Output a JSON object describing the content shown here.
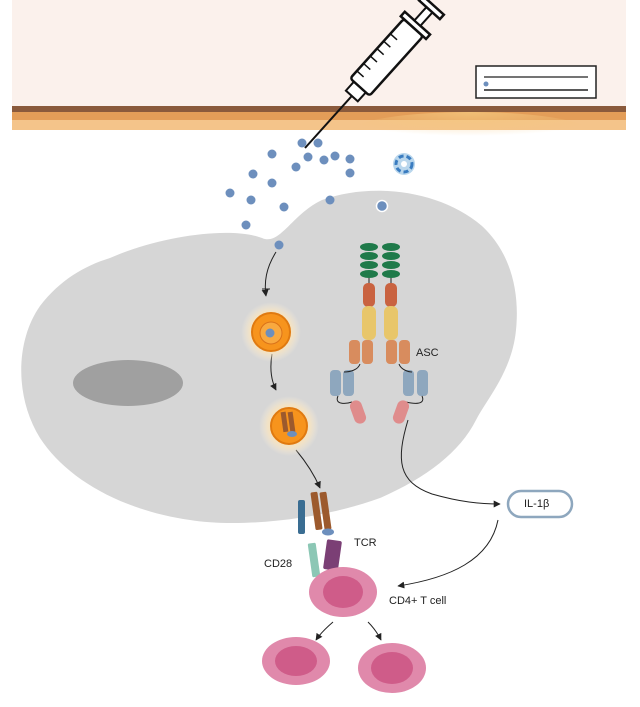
{
  "labels": {
    "asc": "ASC",
    "il1b": "IL-1β",
    "tcr": "TCR",
    "cd28": "CD28",
    "cd4_t_cell": "CD4+ T cell"
  },
  "colors": {
    "skin_top": "#fbf1ec",
    "skin_band": "#e39d58",
    "cell": "#d6d6d6",
    "nucleus": "#a0a0a0",
    "particle": "#6d8fbd",
    "endosome": "#f7941d",
    "pyrin": "#1f7a4a",
    "nacht": "#c96341",
    "lrr": "#e8c66a",
    "asc_domain": "#d88c5e",
    "caspase": "#8ea7be",
    "pro_il1b": "#df8c8c",
    "tcr": "#9c5a2d",
    "cd28_blue": "#3a6d92",
    "cd28_teal": "#8cc7b5",
    "mhc_purple": "#7b3f75",
    "t_cell": "#e089ab",
    "t_cell_nucleus": "#cf5c89"
  },
  "icons": [
    "syringe-icon",
    "scale-bar-icon",
    "virus-icon",
    "arrow-icon"
  ]
}
